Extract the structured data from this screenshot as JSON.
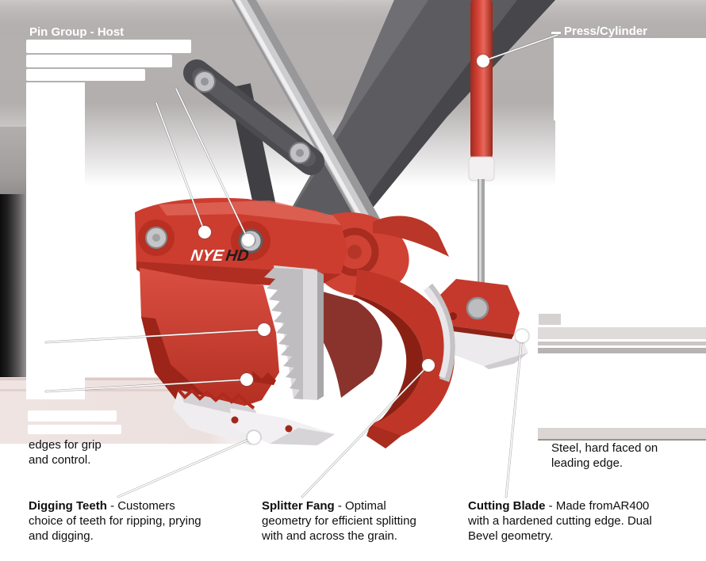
{
  "diagram": {
    "brand": {
      "name": "NYE",
      "suffix": "HD"
    },
    "colors": {
      "accent_red": "#cc3d30",
      "dark_red": "#8a2014",
      "steel_gray": "#5c5c60",
      "silver": "#cfcfd1",
      "band_gray": "#b5b1b1",
      "pink_band": "#ece1df"
    },
    "callouts": {
      "pin_group": {
        "visible_text": "Pin Group - Host"
      },
      "press_cylinder": {
        "visible_text": "Press/Cylinder"
      },
      "grip_edges": {
        "line1": "edges for grip",
        "line2": "and control."
      },
      "wear_bar": {
        "line1": "Steel, hard faced on",
        "line2": "leading edge."
      },
      "digging_teeth": {
        "title": "Digging Teeth",
        "l1": "- Customers",
        "l2": "choice of teeth for ripping, prying",
        "l3": "and digging."
      },
      "splitter_fang": {
        "title": "Splitter Fang",
        "l1": "- Optimal",
        "l2": "geometry for efficient splitting",
        "l3": "with and across the grain."
      },
      "cutting_blade": {
        "title": "Cutting Blade",
        "l1": "- Made fromAR400",
        "l2": "with a hardened cutting edge. Dual",
        "l3": "Bevel geometry."
      }
    }
  }
}
